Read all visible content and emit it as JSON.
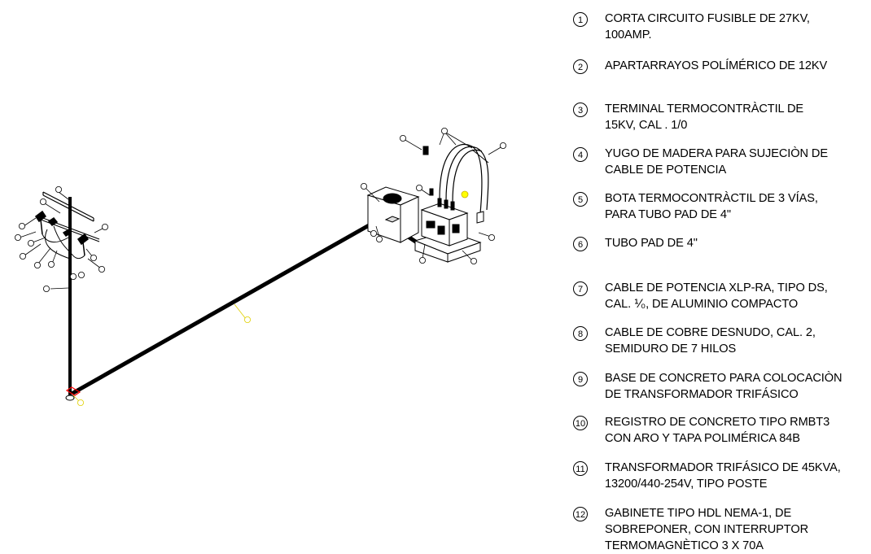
{
  "legend": {
    "items": [
      {
        "number": "1",
        "text": "CORTA CIRCUITO FUSIBLE DE 27KV,\n100AMP."
      },
      {
        "number": "2",
        "text": "APARTARRAYOS POLÍMÉRICO DE 12KV"
      },
      {
        "number": "3",
        "text": "TERMINAL TERMOCONTRÀCTIL DE\n15KV, CAL . 1/0"
      },
      {
        "number": "4",
        "text": "YUGO DE MADERA PARA SUJECIÒN DE\nCABLE DE POTENCIA"
      },
      {
        "number": "5",
        "text": "BOTA TERMOCONTRÀCTIL DE 3 VÍAS,\nPARA TUBO PAD DE 4\""
      },
      {
        "number": "6",
        "text": "TUBO PAD DE 4\""
      },
      {
        "number": "7",
        "text": "CABLE DE POTENCIA XLP-RA, TIPO DS,\nCAL. ⅟₀, DE ALUMINIO COMPACTO"
      },
      {
        "number": "8",
        "text": "CABLE DE COBRE DESNUDO, CAL. 2,\nSEMIDURO DE 7 HILOS"
      },
      {
        "number": "9",
        "text": "BASE DE CONCRETO PARA COLOCACIÒN\nDE TRANSFORMADOR TRIFÁSICO"
      },
      {
        "number": "10",
        "text": "REGISTRO DE CONCRETO TIPO RMBT3\nCON ARO Y TAPA POLIMÉRICA 84B"
      },
      {
        "number": "11",
        "text": "TRANSFORMADOR TRIFÁSICO DE 45KVA,\n13200/440-254V, TIPO POSTE"
      },
      {
        "number": "12",
        "text": "GABINETE TIPO HDL NEMA-1, DE\nSOBREPONER, CON INTERRUPTOR\nTERMOMAGNÈTICO 3 X 70A"
      }
    ]
  }
}
